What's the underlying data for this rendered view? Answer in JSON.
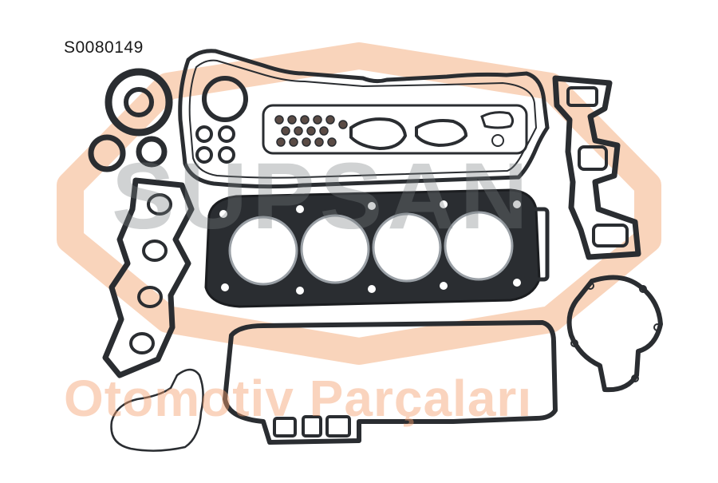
{
  "product": {
    "code": "S0080149"
  },
  "watermark": {
    "brand": "SUPSAN",
    "subtitle": "Otomotiv Parçaları",
    "hex_color": "#f7c5a4",
    "brand_color": "#7f8588"
  },
  "image": {
    "subject": "engine-gasket-set-photo",
    "gasket_color": "#2a2d31",
    "background": "#ffffff"
  }
}
